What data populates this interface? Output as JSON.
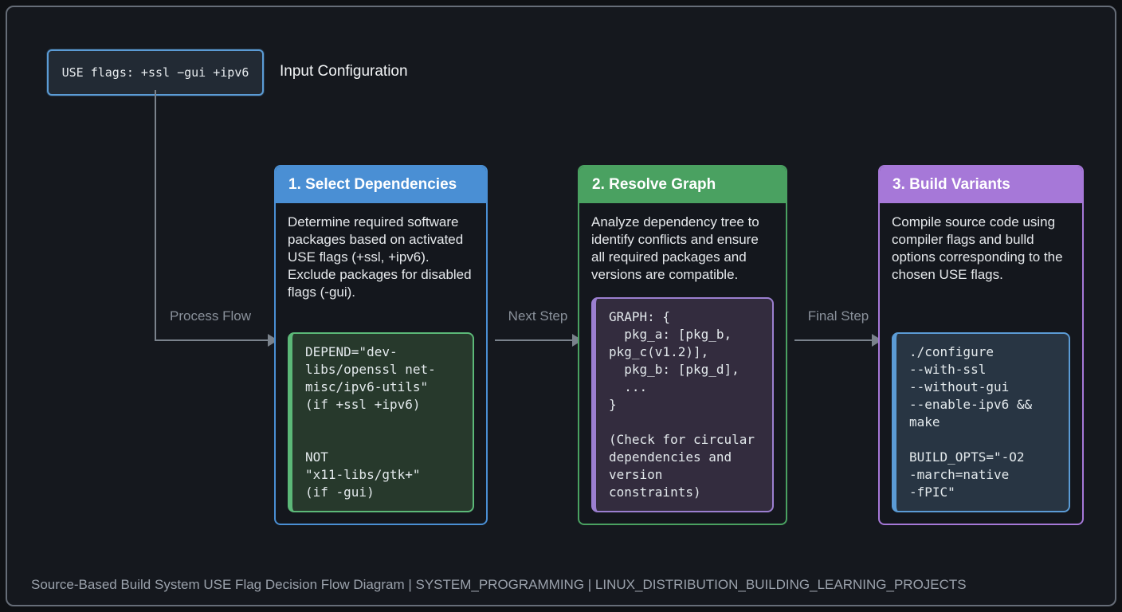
{
  "input": {
    "box_text": "USE flags: +ssl −gui +ipv6",
    "label": "Input Configuration"
  },
  "flow_labels": {
    "process": "Process Flow",
    "next": "Next Step",
    "final": "Final Step"
  },
  "cards": [
    {
      "title": "1. Select Dependencies",
      "description": "Determine required software packages based on activated USE flags (+ssl, +ipv6). Exclude packages for disabled flags (-gui).",
      "code": "DEPEND=\"dev-\nlibs/openssl net-\nmisc/ipv6-utils\"\n(if +ssl +ipv6)\n\n\nNOT\n\"x11-libs/gtk+\"\n(if -gui)",
      "accent_color": "#4a8fd4",
      "code_border_color": "#5cb878",
      "code_bg_color": "#27392c"
    },
    {
      "title": "2. Resolve Graph",
      "description": "Analyze dependency tree to identify conflicts and ensure all required packages and versions are compatible.",
      "code": "GRAPH: {\n  pkg_a: [pkg_b,\npkg_c(v1.2)],\n  pkg_b: [pkg_d],\n  ...\n}\n\n(Check for circular\ndependencies and\nversion\nconstraints)",
      "accent_color": "#4aa161",
      "code_border_color": "#9b7fd0",
      "code_bg_color": "#332c3e"
    },
    {
      "title": "3. Build Variants",
      "description": "Compile source code using compiler flags and bulld options corresponding to the chosen USE flags.",
      "code": "./configure\n--with-ssl\n--without-gui\n--enable-ipv6 &&\nmake\n\nBUILD_OPTS=\"-O2\n-march=native\n-fPIC\"",
      "accent_color": "#a678d8",
      "code_border_color": "#5b9bd5",
      "code_bg_color": "#283543"
    }
  ],
  "footer": "Source-Based Build System USE Flag Decision Flow Diagram | SYSTEM_PROGRAMMING | LINUX_DISTRIBUTION_BUILDING_LEARNING_PROJECTS",
  "colors": {
    "page_background": "#0f1115",
    "panel_background": "#15181e",
    "panel_border": "#666d78",
    "arrow_line": "#7a828c",
    "label_text": "#8a919b",
    "footer_text": "#9aa1ab"
  }
}
